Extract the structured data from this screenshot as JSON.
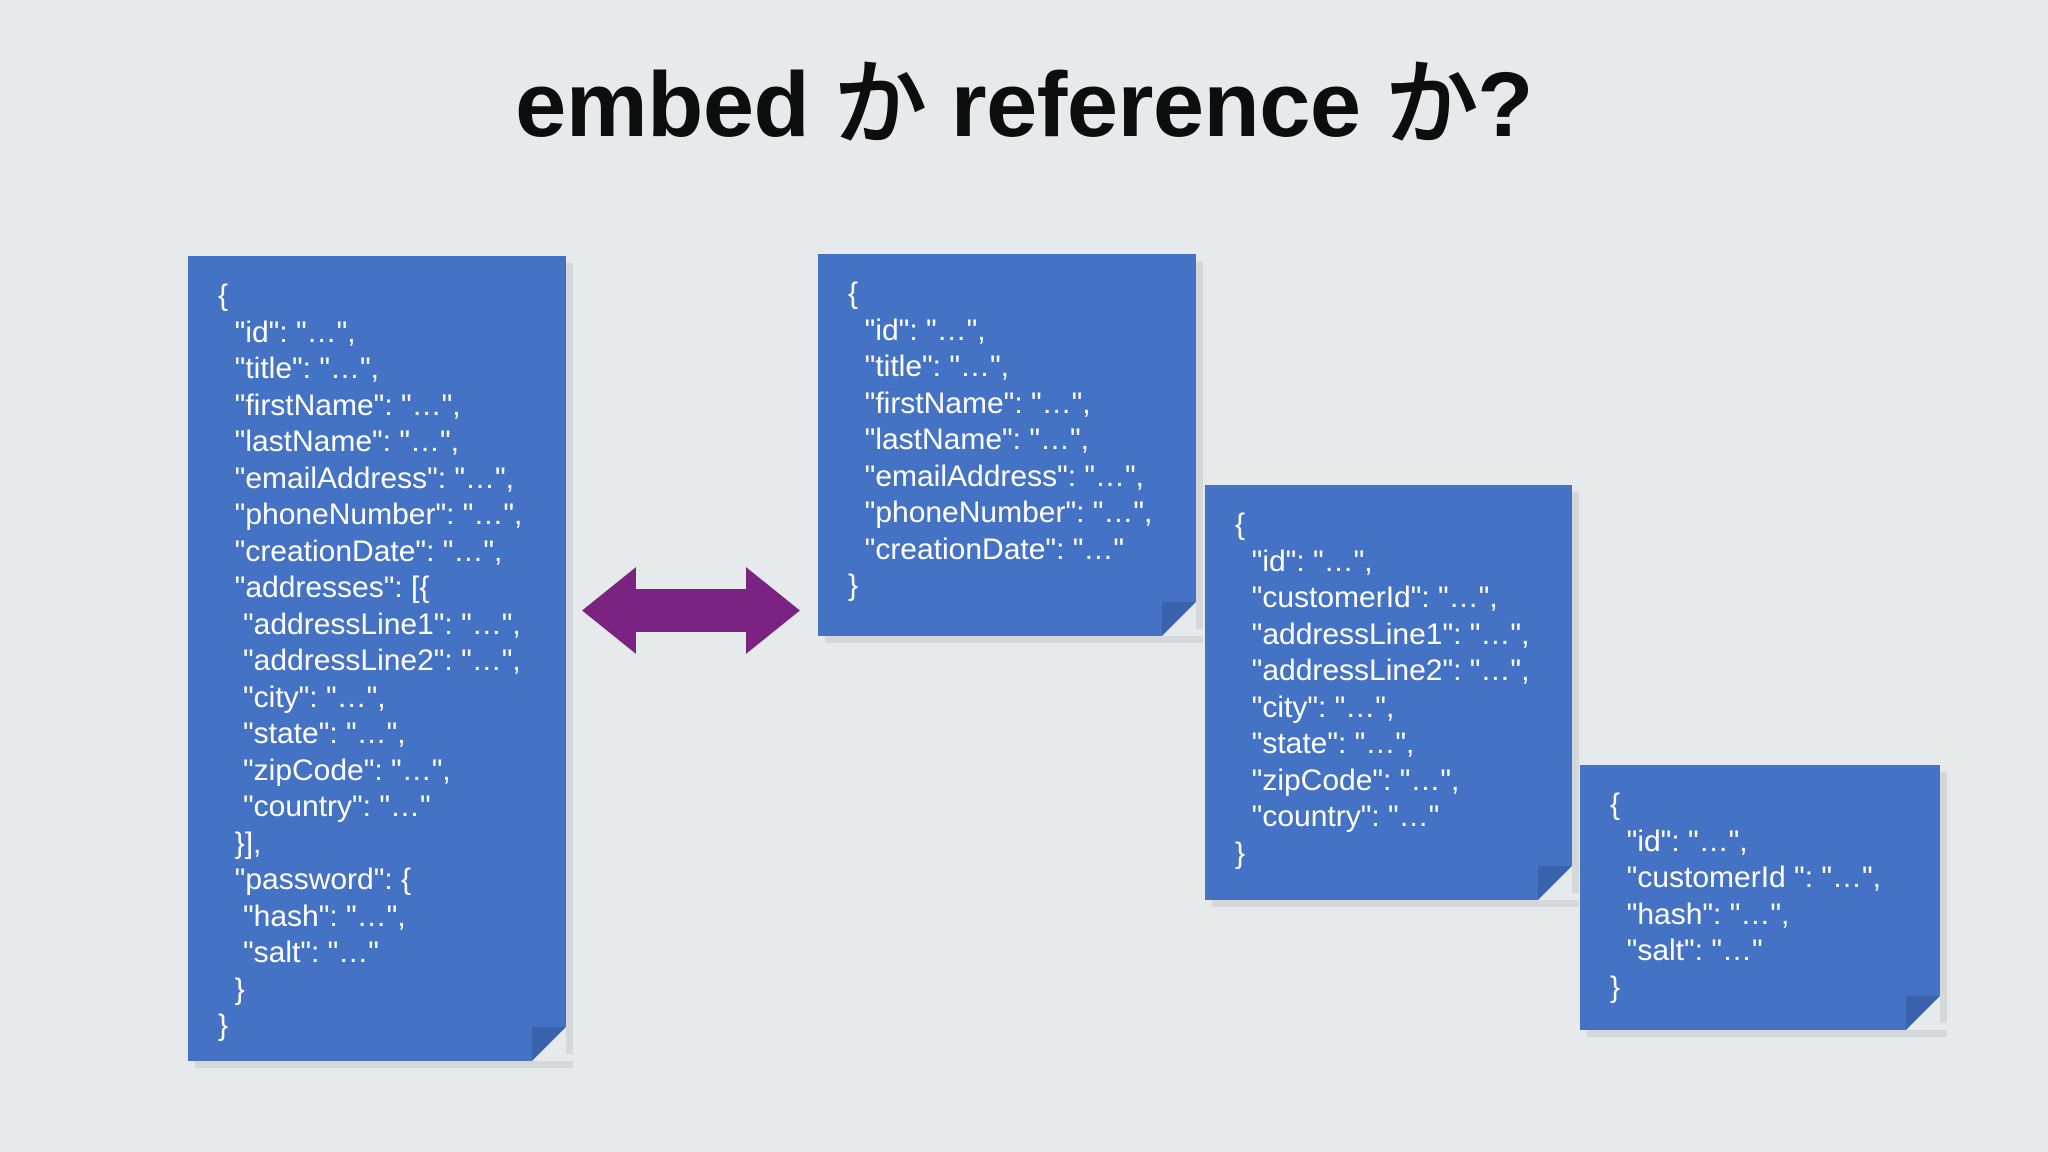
{
  "slide": {
    "title": "embed か reference か?",
    "background_color": "#e7eaea",
    "title_color": "#0d0d0d",
    "card_color": "#4472c4",
    "card_text_color": "#ffffff",
    "arrow_color": "#7b2382"
  },
  "cards": {
    "embedded_customer": {
      "name": "embedded-customer-document",
      "text": "{\n  \"id\": \"…\",\n  \"title\": \"…\",\n  \"firstName\": \"…\",\n  \"lastName\": \"…\",\n  \"emailAddress\": \"…\",\n  \"phoneNumber\": \"…\",\n  \"creationDate\": \"…\",\n  \"addresses\": [{\n   \"addressLine1\": \"…\",\n   \"addressLine2\": \"…\",\n   \"city\": \"…\",\n   \"state\": \"…\",\n   \"zipCode\": \"…\",\n   \"country\": \"…\"\n  }],\n  \"password\": {\n   \"hash\": \"…\",\n   \"salt\": \"…\"\n  }\n}",
      "lines": [
        "{",
        "  \"id\": \"…\",",
        "  \"title\": \"…\",",
        "  \"firstName\": \"…\",",
        "  \"lastName\": \"…\",",
        "  \"emailAddress\": \"…\",",
        "  \"phoneNumber\": \"…\",",
        "  \"creationDate\": \"…\",",
        "  \"addresses\": [{",
        "   \"addressLine1\": \"…\",",
        "   \"addressLine2\": \"…\",",
        "   \"city\": \"…\",",
        "   \"state\": \"…\",",
        "   \"zipCode\": \"…\",",
        "   \"country\": \"…\"",
        "  }],",
        "  \"password\": {",
        "   \"hash\": \"…\",",
        "   \"salt\": \"…\"",
        "  }",
        "}"
      ]
    },
    "customer": {
      "name": "customer-document",
      "text": "{\n  \"id\": \"…\",\n  \"title\": \"…\",\n  \"firstName\": \"…\",\n  \"lastName\": \"…\",\n  \"emailAddress\": \"…\",\n  \"phoneNumber\": \"…\",\n  \"creationDate\": \"…\"\n}",
      "lines": [
        "{",
        "  \"id\": \"…\",",
        "  \"title\": \"…\",",
        "  \"firstName\": \"…\",",
        "  \"lastName\": \"…\",",
        "  \"emailAddress\": \"…\",",
        "  \"phoneNumber\": \"…\",",
        "  \"creationDate\": \"…\"",
        "}"
      ]
    },
    "address": {
      "name": "address-document",
      "text": "{\n  \"id\": \"…\",\n  \"customerId\": \"…\",\n  \"addressLine1\": \"…\",\n  \"addressLine2\": \"…\",\n  \"city\": \"…\",\n  \"state\": \"…\",\n  \"zipCode\": \"…\",\n  \"country\": \"…\"\n}",
      "lines": [
        "{",
        "  \"id\": \"…\",",
        "  \"customerId\": \"…\",",
        "  \"addressLine1\": \"…\",",
        "  \"addressLine2\": \"…\",",
        "  \"city\": \"…\",",
        "  \"state\": \"…\",",
        "  \"zipCode\": \"…\",",
        "  \"country\": \"…\"",
        "}"
      ]
    },
    "password": {
      "name": "password-document",
      "text": "{\n  \"id\": \"…\",\n  \"customerId \": \"…\",\n  \"hash\": \"…\",\n  \"salt\": \"…\"\n}",
      "lines": [
        "{",
        "  \"id\": \"…\",",
        "  \"customerId \": \"…\",",
        "  \"hash\": \"…\",",
        "  \"salt\": \"…\"",
        "}"
      ]
    }
  },
  "arrow": {
    "name": "embed-vs-reference-arrow",
    "direction": "double-horizontal",
    "color": "#7b2382"
  }
}
